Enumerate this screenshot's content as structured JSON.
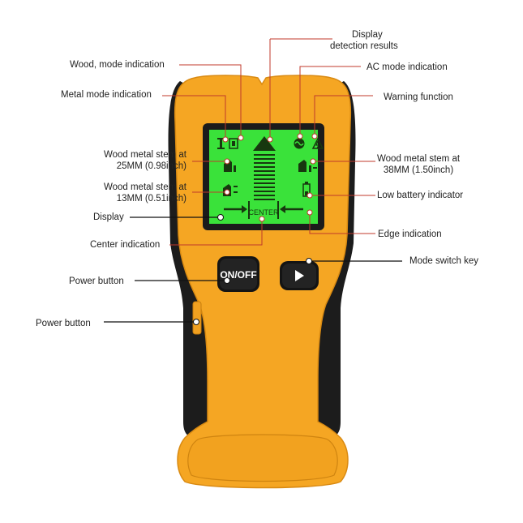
{
  "colors": {
    "body": "#f5a623",
    "body_dark": "#e38a10",
    "grip": "#1c1c1c",
    "lcd": "#3ae23a",
    "lcd_dark": "#17380f",
    "callout_line": "#c0392b",
    "callout_dot": "#ffffff",
    "black_line": "#111111"
  },
  "icons": {
    "power_button": "power-button",
    "mode_key": "play-triangle-icon",
    "ac_mode": "ac-wave-icon",
    "warning": "warning-triangle-icon",
    "wood_mode": "wood-mode-icon",
    "metal_mode": "metal-mode-icon",
    "battery": "battery-icon"
  },
  "device": {
    "lcd_center_text": "CENTER",
    "power_button_label": "ON/OFF"
  },
  "labels": {
    "display_detection_line1": "Display",
    "display_detection_line2": "detection results",
    "wood_mode": "Wood, mode indication",
    "ac_mode": "AC mode indication",
    "metal_mode": "Metal mode indication",
    "warning": "Warning function",
    "stem25_line1": "Wood metal stem at",
    "stem25_line2": "25MM (0.98inch)",
    "stem38_line1": "Wood metal stem at",
    "stem38_line2": "38MM (1.50inch)",
    "stem13_line1": "Wood metal stem at",
    "stem13_line2": "13MM (0.51inch)",
    "low_battery": "Low battery indicator",
    "display": "Display",
    "edge": "Edge indication",
    "center": "Center indication",
    "mode_switch": "Mode switch key",
    "power1": "Power button",
    "power2": "Power button"
  }
}
